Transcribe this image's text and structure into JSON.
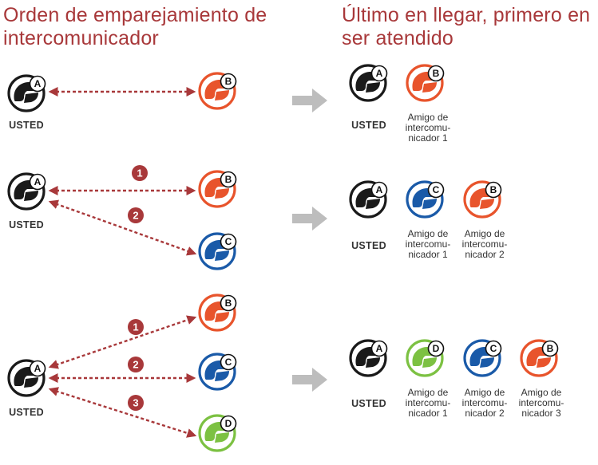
{
  "titles": {
    "left": "Orden de emparejamiento de intercomunicador",
    "right": "Último en llegar, primero en ser atendido"
  },
  "colors": {
    "title": "#a8383a",
    "arrow": "#a8383a",
    "black": "#1a1a1a",
    "orange": "#e8542c",
    "blue": "#1a5aa8",
    "green": "#7cc142",
    "gray_arrow": "#bdbdbd"
  },
  "icons": {
    "helmet": "helmet-icon",
    "arrow": "gray-right-arrow-icon"
  },
  "labels": {
    "you": "USTED",
    "friend1": [
      "Amigo de",
      "intercomu-",
      "nicador 1"
    ],
    "friend2": [
      "Amigo de",
      "intercomu-",
      "nicador 2"
    ],
    "friend3": [
      "Amigo de",
      "intercomu-",
      "nicador 3"
    ]
  },
  "letters": {
    "a": "A",
    "b": "B",
    "c": "C",
    "d": "D"
  },
  "steps": [
    "1",
    "2",
    "3"
  ]
}
